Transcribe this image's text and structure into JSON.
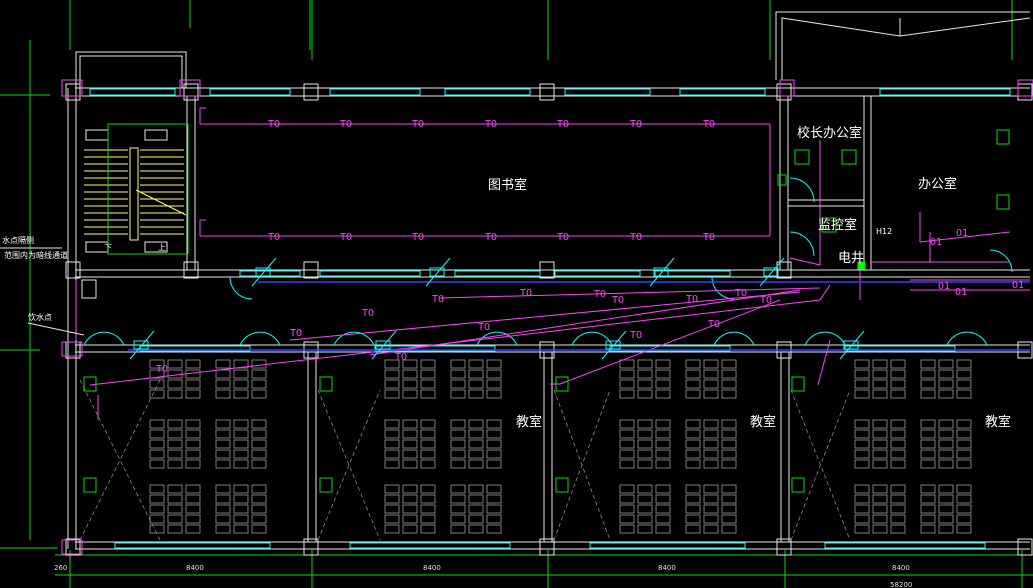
{
  "rooms": {
    "library": "图书室",
    "principal_office": "校长办公室",
    "office": "办公室",
    "monitor_room": "监控室",
    "electric": "电井",
    "classroom_1": "教室",
    "classroom_2": "教室",
    "classroom_3": "教室"
  },
  "annotations": {
    "note_line1": "水点隔侧",
    "note_line2": "范围内为暗线通道",
    "drinking": "饮水点",
    "tag_h12": "H12"
  },
  "outlet_label": "TO",
  "switch_label": "O1",
  "stair_marks": [
    "下",
    "上"
  ],
  "dimensions": [
    "260",
    "8400",
    "8400",
    "8400",
    "8400",
    "58200"
  ],
  "colors": {
    "wall": "#e8e8e8",
    "data_cable": "#ff40ff",
    "device": "#00ffff",
    "axis": "#00e000",
    "trunk": "#3040ff",
    "background": "#000000"
  }
}
